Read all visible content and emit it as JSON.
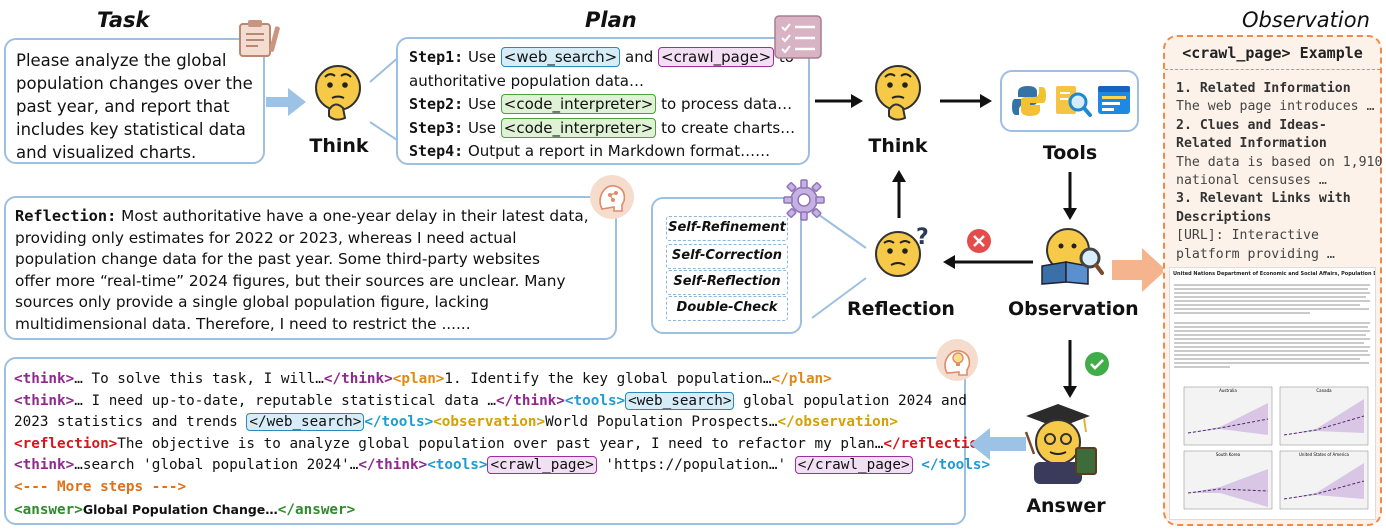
{
  "headers": {
    "task": "Task",
    "plan": "Plan",
    "observation": "Observation"
  },
  "task_text": [
    "Please analyze the global",
    "population changes over the",
    "past year, and report that",
    "includes key statistical data",
    "and visualized charts."
  ],
  "labels": {
    "think1": "Think",
    "think2": "Think",
    "tools": "Tools",
    "reflection": "Reflection",
    "observation": "Observation",
    "answer": "Answer"
  },
  "plan": {
    "step1_label": "Step1:",
    "step1_a": " Use ",
    "step1_tag1": "<web_search>",
    "step1_b": " and ",
    "step1_tag2": "<crawl_page>",
    "step1_c": " to",
    "step1_line2": "authoritative population data…",
    "step2_label": "Step2:",
    "step2_a": " Use ",
    "step2_tag": "<code_interpreter>",
    "step2_b": " to process data…",
    "step3_label": "Step3:",
    "step3_a": " Use ",
    "step3_tag": "<code_interpreter>",
    "step3_b": " to create charts…",
    "step4_label": "Step4:",
    "step4_a": " Output a report in Markdown format……"
  },
  "reflection_text": {
    "label": "Reflection:",
    "lines": [
      " Most authoritative have a one-year delay in their latest data,",
      "providing only estimates for 2022 or 2023, whereas I need actual",
      "population change data for the past year. Some third-party websites",
      "offer more “real-time” 2024 figures, but their sources are unclear. Many",
      "sources only provide a single global population figure, lacking",
      "multidimensional data. Therefore, I need to restrict the ......"
    ]
  },
  "methods": [
    "Self-Refinement",
    "Self-Correction",
    "Self-Reflection",
    "Double-Check"
  ],
  "trace": {
    "l1": [
      "<think>",
      "… To solve this task, I will…",
      "</think>",
      "<plan>",
      "1. Identify the key global population…",
      "</plan>"
    ],
    "l2": [
      "<think>",
      "… I need up-to-date, reputable statistical data …",
      "</think>",
      "<tools>",
      "<web_search>",
      " global population 2024 and"
    ],
    "l3": [
      "2023 statistics and trends ",
      "</web_search>",
      "</tools>",
      "<observation>",
      "World Population Prospects…",
      "</observation>"
    ],
    "l4": [
      "<reflection>",
      "The objective is to analyze global population over past year, I need to refactor my plan…",
      "</reflection>"
    ],
    "l5": [
      "<think>",
      "…search 'global population 2024'…",
      "</think>",
      "<tools>",
      "<crawl_page>",
      " 'https://population…' ",
      "</crawl_page>",
      " </tools>"
    ],
    "l6": "<--- More steps --->",
    "l7": [
      "<answer>",
      "Global Population Change…",
      "</answer>"
    ]
  },
  "observation_panel": {
    "title": "<crawl_page> Example",
    "s1_title": "1. Related Information",
    "s1_text": "The web page introduces …",
    "s2_title_1": "2. Clues and Ideas-",
    "s2_title_2": "Related Information",
    "s2_text_1": "The data is based on 1,910",
    "s2_text_2": "national censuses …",
    "s3_title_1": "3. Relevant Links with",
    "s3_title_2": "Descriptions",
    "s3_text_1": "[URL]: Interactive",
    "s3_text_2": "platform providing …",
    "doc_title": "United Nations Department of Economic and Social Affairs, Population Division",
    "mini_charts": [
      "Australia",
      "Canada",
      "South Korea",
      "United States of America"
    ]
  },
  "colors": {
    "box_border": "#9dbfe0",
    "obs_border": "#f08a4b",
    "arrow_big": "#9cc3e6",
    "arrow_orange": "#f5b48e"
  }
}
